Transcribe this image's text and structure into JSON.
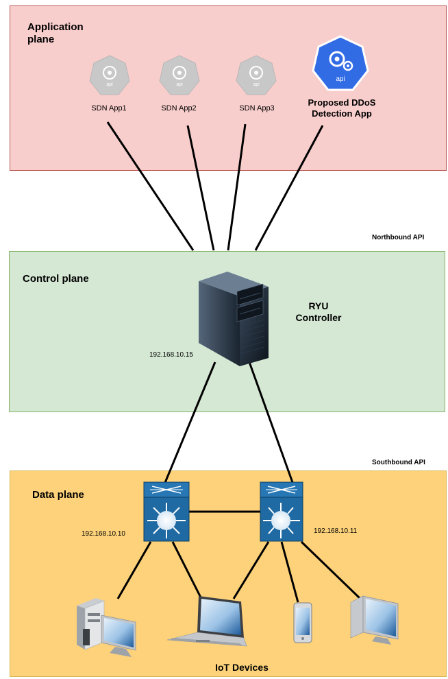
{
  "application_plane": {
    "title_line1": "Application",
    "title_line2": "plane",
    "apps": [
      {
        "label": "SDN App1",
        "icon_text": "api"
      },
      {
        "label": "SDN App2",
        "icon_text": "api"
      },
      {
        "label": "SDN App3",
        "icon_text": "api"
      }
    ],
    "proposed_app": {
      "line1": "Proposed DDoS",
      "line2": "Detection App",
      "icon_text": "api"
    }
  },
  "northbound_api": "Northbound API",
  "control_plane": {
    "title": "Control plane",
    "controller_line1": "RYU",
    "controller_line2": "Controller",
    "controller_ip": "192.168.10.15"
  },
  "southbound_api": "Southbound API",
  "data_plane": {
    "title": "Data plane",
    "switch1_ip": "192.168.10.10",
    "switch2_ip": "192.168.10.11",
    "devices_label": "IoT Devices"
  },
  "colors": {
    "application_plane": "#f8cecc",
    "control_plane": "#d5e8d4",
    "data_plane": "#fdd27a",
    "api_icon_gray": "#c8c8c8",
    "api_icon_blue": "#326ce5",
    "switch_blue": "#1f6aa3"
  },
  "icons": [
    "kubernetes-api-icon",
    "server-tower-icon",
    "layer3-switch-icon",
    "desktop-computer-icon",
    "laptop-icon",
    "tablet-icon",
    "monitor-icon"
  ]
}
